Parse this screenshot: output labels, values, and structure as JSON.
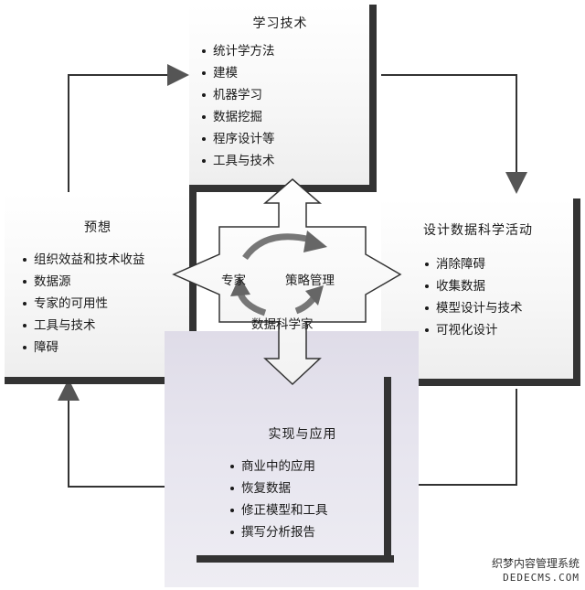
{
  "boxes": {
    "learn": {
      "title": "学习技术",
      "items": [
        "统计学方法",
        "建模",
        "机器学习",
        "数据挖掘",
        "程序设计等",
        "工具与技术"
      ]
    },
    "design": {
      "title": "设计数据科学活动",
      "items": [
        "消除障碍",
        "收集数据",
        "模型设计与技术",
        "可视化设计"
      ]
    },
    "prepare": {
      "title": "预想",
      "items": [
        "组织效益和技术收益",
        "数据源",
        "专家的可用性",
        "工具与技术",
        "障碍"
      ]
    },
    "implement": {
      "title": "实现与应用",
      "items": [
        "商业中的应用",
        "恢复数据",
        "修正模型和工具",
        "撰写分析报告"
      ]
    }
  },
  "center": {
    "expert": "专家",
    "strategy": "策略管理",
    "data_scientist": "数据科学家"
  },
  "watermark": {
    "line1": "织梦内容管理系统",
    "line2": "DEDECMS.COM"
  }
}
